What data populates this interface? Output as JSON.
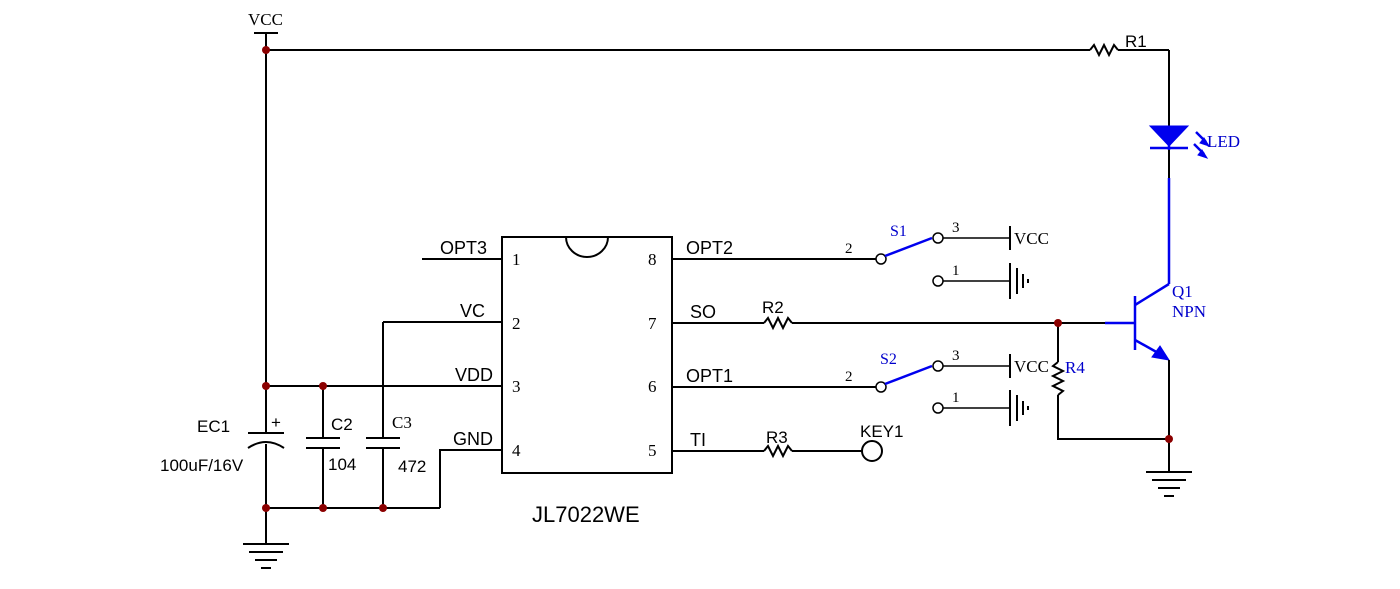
{
  "supply": {
    "vcc_top": "VCC"
  },
  "ic": {
    "part": "JL7022WE",
    "pins": [
      {
        "num": "1",
        "name": "OPT3"
      },
      {
        "num": "2",
        "name": "VC"
      },
      {
        "num": "3",
        "name": "VDD"
      },
      {
        "num": "4",
        "name": "GND"
      },
      {
        "num": "5",
        "name": "TI"
      },
      {
        "num": "6",
        "name": "OPT1"
      },
      {
        "num": "7",
        "name": "SO"
      },
      {
        "num": "8",
        "name": "OPT2"
      }
    ]
  },
  "components": {
    "ec1": {
      "ref": "EC1",
      "value": "100uF/16V",
      "polarity": "+"
    },
    "c2": {
      "ref": "C2",
      "value": "104"
    },
    "c3": {
      "ref": "C3",
      "value": "472"
    },
    "r1": {
      "ref": "R1"
    },
    "r2": {
      "ref": "R2"
    },
    "r3": {
      "ref": "R3"
    },
    "r4": {
      "ref": "R4"
    },
    "led": {
      "ref": "LED"
    },
    "q1": {
      "ref": "Q1",
      "type": "NPN"
    },
    "key1": {
      "ref": "KEY1"
    },
    "s1": {
      "ref": "S1",
      "pin_common": "2",
      "pin_a": "3",
      "pin_b": "1",
      "rail": "VCC"
    },
    "s2": {
      "ref": "S2",
      "pin_common": "2",
      "pin_a": "3",
      "pin_b": "1",
      "rail": "VCC"
    }
  },
  "colors": {
    "wire": "#000000",
    "junction": "#8b0000",
    "highlight": "#0000ee"
  }
}
